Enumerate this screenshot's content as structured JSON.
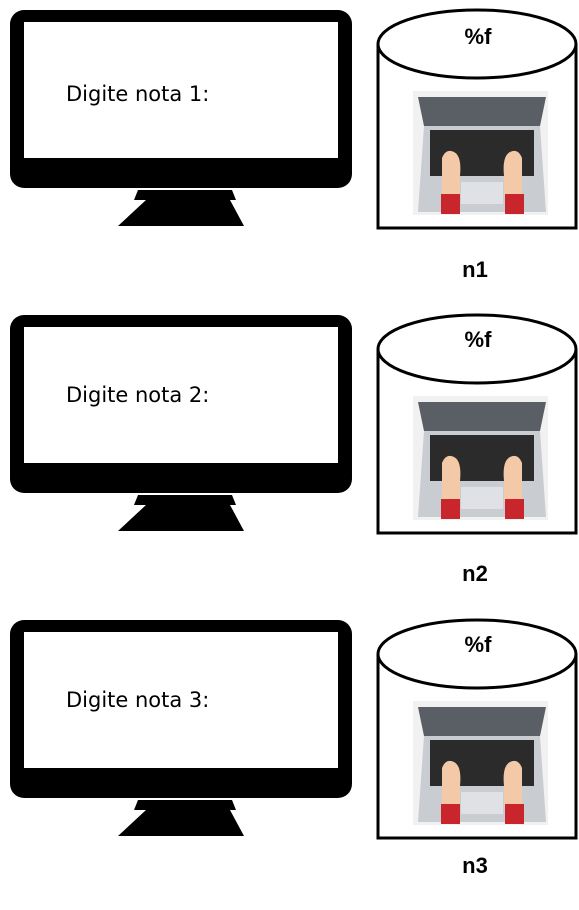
{
  "steps": [
    {
      "prompt": "Digite nota 1:",
      "format": "%f",
      "variable": "n1"
    },
    {
      "prompt": "Digite nota 2:",
      "format": "%f",
      "variable": "n2"
    },
    {
      "prompt": "Digite nota 3:",
      "format": "%f",
      "variable": "n3"
    }
  ],
  "icons": {
    "monitor": "monitor-icon",
    "storage": "cylinder-storage-icon",
    "keyboard": "laptop-typing-icon"
  },
  "colors": {
    "stroke": "#000000",
    "laptop_body": "#c9ccd1",
    "keys": "#2b2b2b",
    "skin": "#f3c9a8",
    "sleeve": "#c8262c",
    "screen_edge": "#5a5f66"
  }
}
